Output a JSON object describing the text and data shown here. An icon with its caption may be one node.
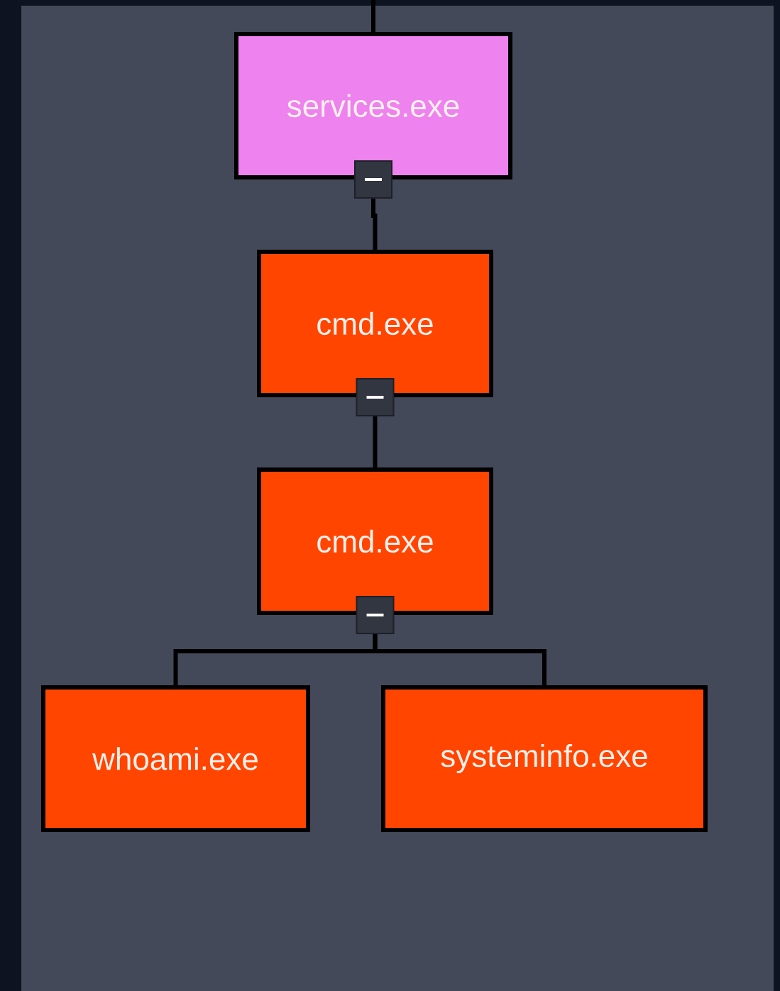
{
  "diagram": {
    "nodes": [
      {
        "text": [
          "services.exe"
        ]
      },
      {
        "text": [
          "cmd.exe"
        ]
      },
      {
        "text": [
          "cmd.exe"
        ]
      },
      {
        "text": [
          "whoami.exe"
        ]
      },
      {
        "text": [
          "systeminfo.exe"
        ]
      }
    ],
    "edges": [
      {
        "from": null,
        "to": 0,
        "arrow": "none"
      },
      {
        "from": 0,
        "to": 1,
        "arrow": "none"
      },
      {
        "from": 1,
        "to": 2,
        "arrow": "none"
      },
      {
        "from": 2,
        "to": 3,
        "arrow": "none"
      },
      {
        "from": 2,
        "to": 4,
        "arrow": "none"
      }
    ]
  }
}
